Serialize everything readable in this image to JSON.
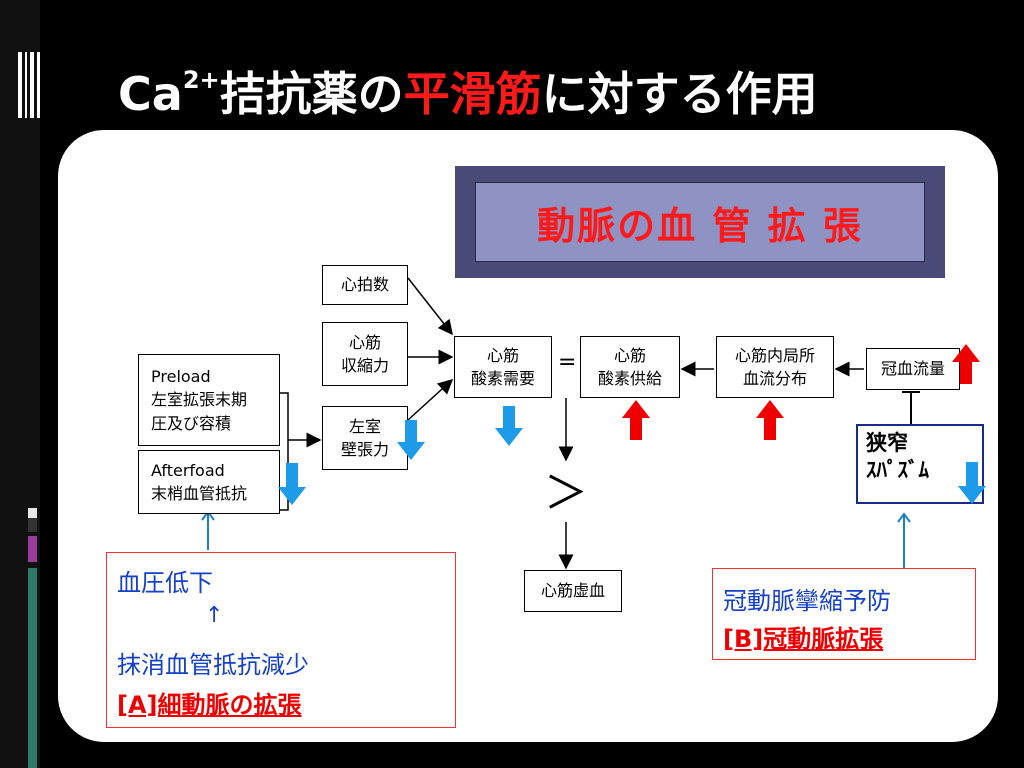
{
  "slide": {
    "title_prefix": "Ca",
    "title_sup": "2+",
    "title_mid": "拮抗薬の",
    "title_red": "平滑筋",
    "title_suffix": "に対する作用"
  },
  "banner": {
    "text": "動脈の血 管 拡 張"
  },
  "boxes": {
    "heart_rate": "心拍数",
    "contractility": "心筋\n収縮力",
    "lv_wall_tension": "左室\n壁張力",
    "preload": "Preload\n左室拡張末期\n圧及び容積",
    "afterload": "Afterfoad\n末梢血管抵抗",
    "o2_demand": "心筋\n酸素需要",
    "equals": "=",
    "o2_supply": "心筋\n酸素供給",
    "intramyocardial": "心筋内局所\n血流分布",
    "coronary_flow": "冠血流量",
    "greater_than": "＞",
    "ischemia": "心筋虚血",
    "stenosis": "狭窄\nｽﾊﾟｽﾞﾑ"
  },
  "note_a": {
    "line1": "血圧低下",
    "arrow": "↑",
    "line2": "抹消血管抵抗減少",
    "line3": "[A]細動脈の拡張"
  },
  "note_b": {
    "line1": "冠動脈攣縮予防",
    "line2": "[B]冠動脈拡張"
  },
  "colors": {
    "up_arrow": "#ee0000",
    "down_arrow": "#1e9be8",
    "banner_bg": "#8f93c4",
    "title_red": "#ff1a1a"
  }
}
